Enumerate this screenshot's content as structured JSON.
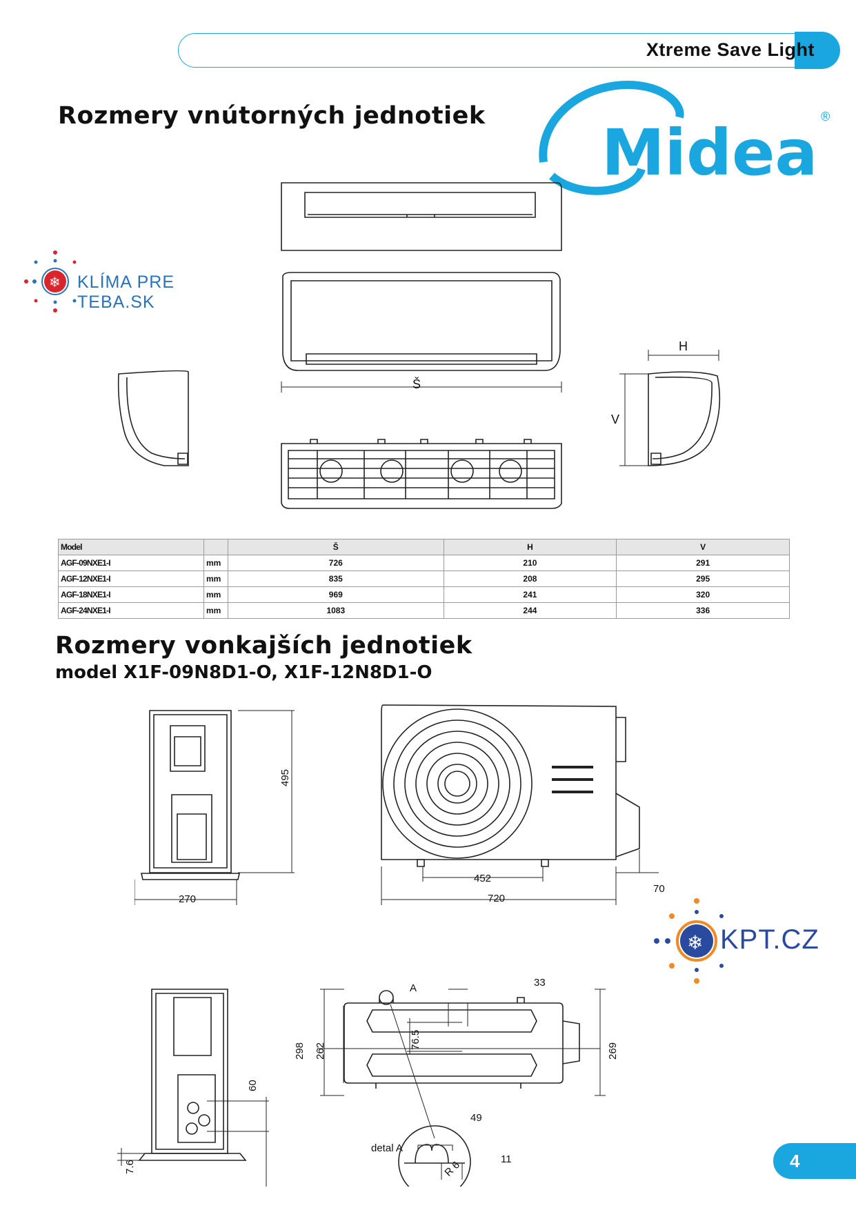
{
  "header": {
    "series_name": "Xtreme Save Light"
  },
  "brand": {
    "name": "Midea",
    "registered_mark": "®"
  },
  "logos": {
    "sk_text": "KLÍMA PRE TEBA.SK",
    "cz_text": "KPT.CZ"
  },
  "indoor": {
    "title": "Rozmery vnútorných jednotiek",
    "labels": {
      "width": "Š",
      "height": "H",
      "depth": "V"
    },
    "table": {
      "headers": [
        "Model",
        "",
        "Š",
        "H",
        "V"
      ],
      "rows": [
        {
          "model": "AGF-09NXE1-I",
          "unit": "mm",
          "s": "726",
          "h": "210",
          "v": "291"
        },
        {
          "model": "AGF-12NXE1-I",
          "unit": "mm",
          "s": "835",
          "h": "208",
          "v": "295"
        },
        {
          "model": "AGF-18NXE1-I",
          "unit": "mm",
          "s": "969",
          "h": "241",
          "v": "320"
        },
        {
          "model": "AGF-24NXE1-I",
          "unit": "mm",
          "s": "1083",
          "h": "244",
          "v": "336"
        }
      ]
    }
  },
  "outdoor": {
    "title": "Rozmery vonkajších jednotiek",
    "subtitle": "model X1F-09N8D1-O, X1F-12N8D1-O",
    "dims": {
      "side_height": "495",
      "side_width": "270",
      "front_mount": "452",
      "front_width": "720",
      "front_depth": "70",
      "top_33": "33",
      "top_76_5": "76.5",
      "top_298": "298",
      "top_262": "262",
      "top_269": "269",
      "side2_60": "60",
      "side2_7_6": "7.6",
      "detail_49": "49",
      "detail_11": "11",
      "detail_r6": "R 6",
      "detail_marker": "A",
      "detail_label": "detal A"
    }
  },
  "page_number": "4"
}
